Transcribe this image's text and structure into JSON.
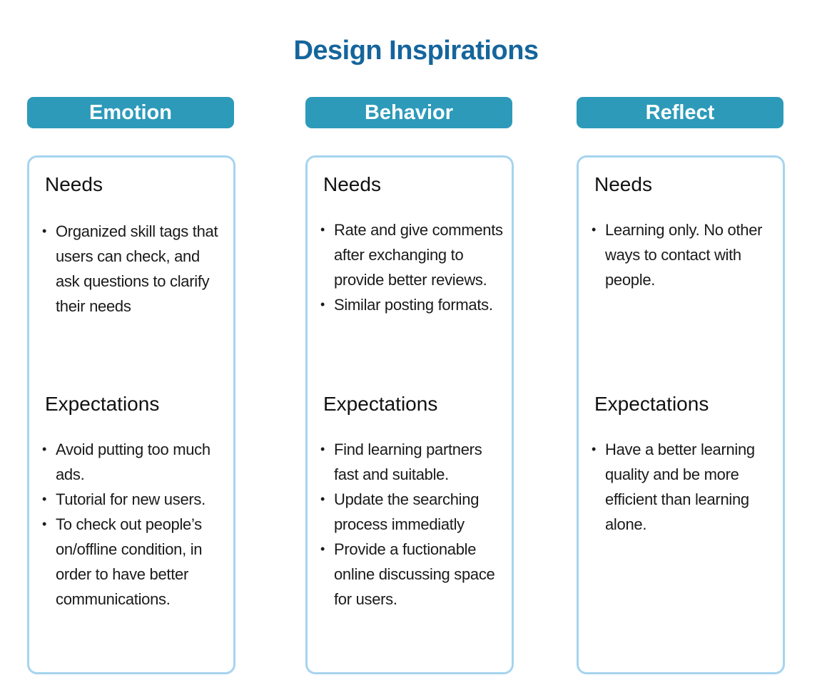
{
  "title": "Design Inspirations",
  "colors": {
    "title": "#15659c",
    "pill": "#2d9aba",
    "card_border": "#a6d4ef"
  },
  "columns": [
    {
      "header": "Emotion",
      "needs_title": "Needs",
      "needs": [
        "Organized skill tags that users can check, and ask questions to clarify their needs"
      ],
      "expectations_title": "Expectations",
      "expectations": [
        "Avoid putting too much ads.",
        "Tutorial for new users.",
        "To check out people’s on/offline condition, in order to have better communications."
      ]
    },
    {
      "header": "Behavior",
      "needs_title": "Needs",
      "needs": [
        "Rate and give comments after exchanging to provide better reviews.",
        "Similar posting formats."
      ],
      "expectations_title": "Expectations",
      "expectations": [
        "Find learning partners fast and suitable.",
        "Update the searching process immediatly",
        "Provide a fuctionable online discussing space for users."
      ]
    },
    {
      "header": "Reflect",
      "needs_title": "Needs",
      "needs": [
        "Learning only. No other ways to contact with people."
      ],
      "expectations_title": "Expectations",
      "expectations": [
        "Have a better learning quality and be more efficient than learning alone."
      ]
    }
  ]
}
